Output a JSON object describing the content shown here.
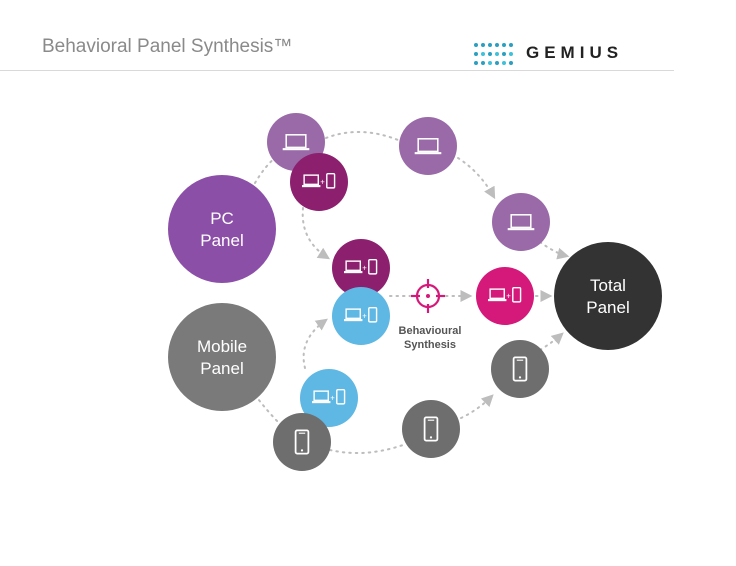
{
  "header": {
    "title": "Behavioral Panel Synthesis™",
    "logo_text": "GEMIUS",
    "logo_mark": "gemius-dots-logo"
  },
  "colors": {
    "pc_purple": "#8c4fa8",
    "laptop_mauve": "#9a6aa8",
    "dark_magenta": "#8c1f6e",
    "mobile_gray": "#7a7a7a",
    "phone_gray": "#6e6e6e",
    "light_blue": "#5fb7e4",
    "pink": "#d4197a",
    "total_black": "#333333",
    "connector_gray": "#bdbdbd",
    "logo_teal": "#2a9fc0"
  },
  "diagram": {
    "pc_panel": {
      "line1": "PC",
      "line2": "Panel"
    },
    "mobile_panel": {
      "line1": "Mobile",
      "line2": "Panel"
    },
    "total_panel": {
      "line1": "Total",
      "line2": "Panel"
    },
    "synthesis": {
      "line1": "Behavioural",
      "line2": "Synthesis",
      "icon": "crosshair-target-icon"
    },
    "icon_nodes": [
      {
        "name": "pc-laptop-node",
        "icon": "laptop-icon",
        "color": "#9a6aa8"
      },
      {
        "name": "pc-laptop-phone-node",
        "icon": "laptop-phone-icon",
        "color": "#8c1f6e"
      },
      {
        "name": "top-laptop-node",
        "icon": "laptop-icon",
        "color": "#9a6aa8"
      },
      {
        "name": "right-laptop-node",
        "icon": "laptop-icon",
        "color": "#9a6aa8"
      },
      {
        "name": "center-laptop-phone-node",
        "icon": "laptop-phone-icon",
        "color": "#8c1f6e"
      },
      {
        "name": "center-blue-laptop-phone-node",
        "icon": "laptop-phone-icon",
        "color": "#5fb7e4"
      },
      {
        "name": "pink-laptop-phone-node",
        "icon": "laptop-phone-icon",
        "color": "#d4197a"
      },
      {
        "name": "mobile-laptop-phone-node",
        "icon": "laptop-phone-icon",
        "color": "#5fb7e4"
      },
      {
        "name": "mobile-phone-node",
        "icon": "phone-icon",
        "color": "#6e6e6e"
      },
      {
        "name": "bottom-phone-node",
        "icon": "phone-icon",
        "color": "#6e6e6e"
      },
      {
        "name": "right-phone-node",
        "icon": "phone-icon",
        "color": "#6e6e6e"
      }
    ]
  }
}
